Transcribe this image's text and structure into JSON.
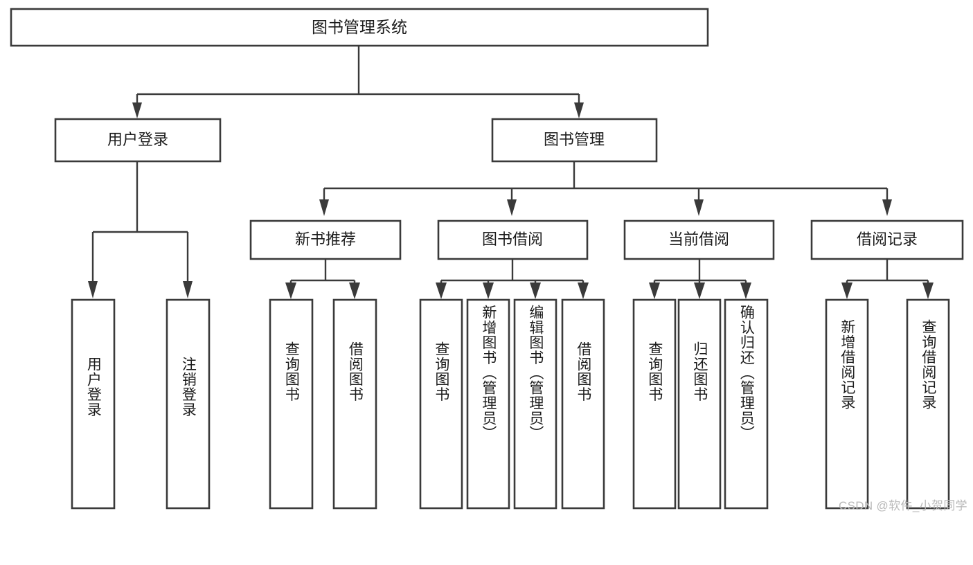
{
  "diagram": {
    "type": "hierarchy-tree",
    "title": "图书管理系统",
    "orientation": "top-down",
    "colors": {
      "background": "#ffffff",
      "box_fill": "#ffffff",
      "box_stroke": "#3a3a3a",
      "connector": "#3a3a3a",
      "text": "#1c1c1c",
      "watermark": "#b9b9b9"
    },
    "root": {
      "label": "图书管理系统"
    },
    "level2": [
      {
        "label": "用户登录"
      },
      {
        "label": "图书管理"
      }
    ],
    "level3": [
      {
        "label": "新书推荐"
      },
      {
        "label": "图书借阅"
      },
      {
        "label": "当前借阅"
      },
      {
        "label": "借阅记录"
      }
    ],
    "leaves": {
      "user_login": [
        {
          "label": "用户登录"
        },
        {
          "label": "注销登录"
        }
      ],
      "new_book_recommend": [
        {
          "label": "查询图书"
        },
        {
          "label": "借阅图书"
        }
      ],
      "book_borrow": [
        {
          "label": "查询图书"
        },
        {
          "label": "新增图书（管理员）"
        },
        {
          "label": "编辑图书（管理员）"
        },
        {
          "label": "借阅图书"
        }
      ],
      "current_borrow": [
        {
          "label": "查询图书"
        },
        {
          "label": "归还图书"
        },
        {
          "label": "确认归还（管理员）"
        }
      ],
      "borrow_record": [
        {
          "label": "新增借阅记录"
        },
        {
          "label": "查询借阅记录"
        }
      ]
    }
  },
  "watermark": {
    "text": "CSDN @软件_小贺同学"
  }
}
